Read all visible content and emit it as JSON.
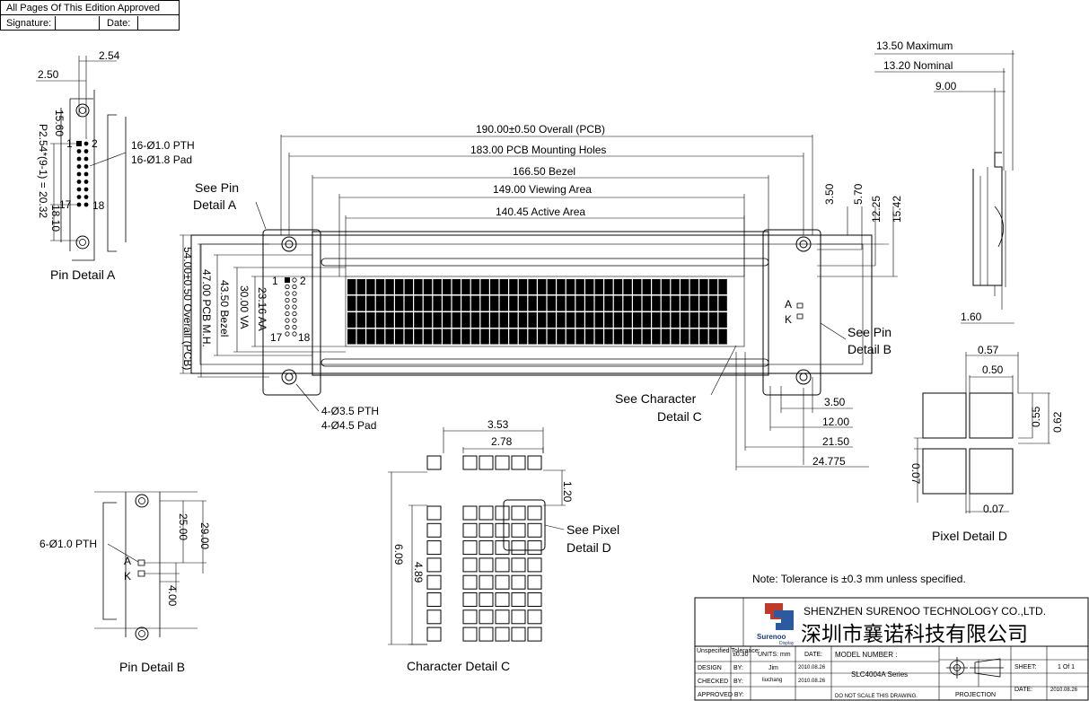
{
  "approval": {
    "title": "All Pages Of This Edition Approved",
    "signature": "Signature:",
    "date": "Date:"
  },
  "pin_detail_a": {
    "dims": [
      "2.54",
      "2.50",
      "15.60",
      "P2.54*(9-1) = 20.32",
      "18.10"
    ],
    "pins": [
      "1",
      "2",
      "17",
      "18"
    ],
    "holes": "16-Ø1.0 PTH",
    "pads": "16-Ø1.8 Pad",
    "caption": "Pin Detail A"
  },
  "main_view": {
    "overall": "190.00±0.50 Overall (PCB)",
    "mounting": "183.00 PCB Mounting Holes",
    "bezel": "166.50 Bezel",
    "viewing": "149.00 Viewing Area",
    "active": "140.45 Active Area",
    "see_pin_a": [
      "See Pin",
      "Detail A"
    ],
    "see_pin_b": [
      "See Pin",
      "Detail B"
    ],
    "see_char": [
      "See Character",
      "Detail C"
    ],
    "v_overall": "54.00±0.50 Overall (PCB)",
    "v_mh": "47.00 PCB M.H.",
    "v_bezel": "43.50 Bezel",
    "v_va": "30.00 VA",
    "v_aa": "23.16 AA",
    "right_dims": [
      "3.50",
      "5.70",
      "12.25",
      "15.42"
    ],
    "bottom_dims": [
      "3.50",
      "12.00",
      "21.50",
      "24.775"
    ],
    "holes": "4-Ø3.5 PTH",
    "pads": "4-Ø4.5 Pad",
    "pins": [
      "1",
      "2",
      "17",
      "18"
    ],
    "backlight": [
      "A",
      "K"
    ]
  },
  "side_view": {
    "dims": [
      "13.50 Maximum",
      "13.20 Nominal",
      "9.00",
      "1.60"
    ]
  },
  "pixel_detail": {
    "dims": [
      "0.57",
      "0.50",
      "0.55",
      "0.62",
      "0.07",
      "0.07"
    ],
    "caption": "Pixel Detail D"
  },
  "pin_detail_b": {
    "holes": "6-Ø1.0 PTH",
    "pins": [
      "A",
      "K"
    ],
    "dims": [
      "25.00",
      "29.00",
      "4.00"
    ],
    "caption": "Pin Detail B"
  },
  "char_detail": {
    "dims": [
      "3.53",
      "2.78",
      "1.20",
      "6.09",
      "4.89"
    ],
    "see_pixel": [
      "See Pixel",
      "Detail D"
    ],
    "caption": "Character Detail C"
  },
  "note": "Note: Tolerance is ±0.3 mm unless specified.",
  "title_block": {
    "company_en": "SHENZHEN SURENOO TECHNOLOGY CO.,LTD.",
    "company_cn": "深圳市襄诺科技有限公司",
    "logo": "Surenoo",
    "logo_sub": "Display",
    "unspecified": "Unspecified Tolerance:",
    "tol": "±0.30",
    "units": "UNITS: mm",
    "date_label": "DATE:",
    "model_label": "MODEL NUMBER :",
    "model": "SLC4004A Series",
    "design": "DESIGN",
    "checked": "CHECKED",
    "approved": "APPROVED BY:",
    "by": "BY:",
    "designer": "Jim",
    "checker": "liuchang",
    "date1": "2010.08.26",
    "date2": "2010.08.26",
    "date3": "2010.08.26",
    "sheet_label": "SHEET:",
    "sheet": "1 Of 1",
    "no_scale": "DO NOT SCALE THIS DRAWING.",
    "projection": "PROJECTION"
  }
}
